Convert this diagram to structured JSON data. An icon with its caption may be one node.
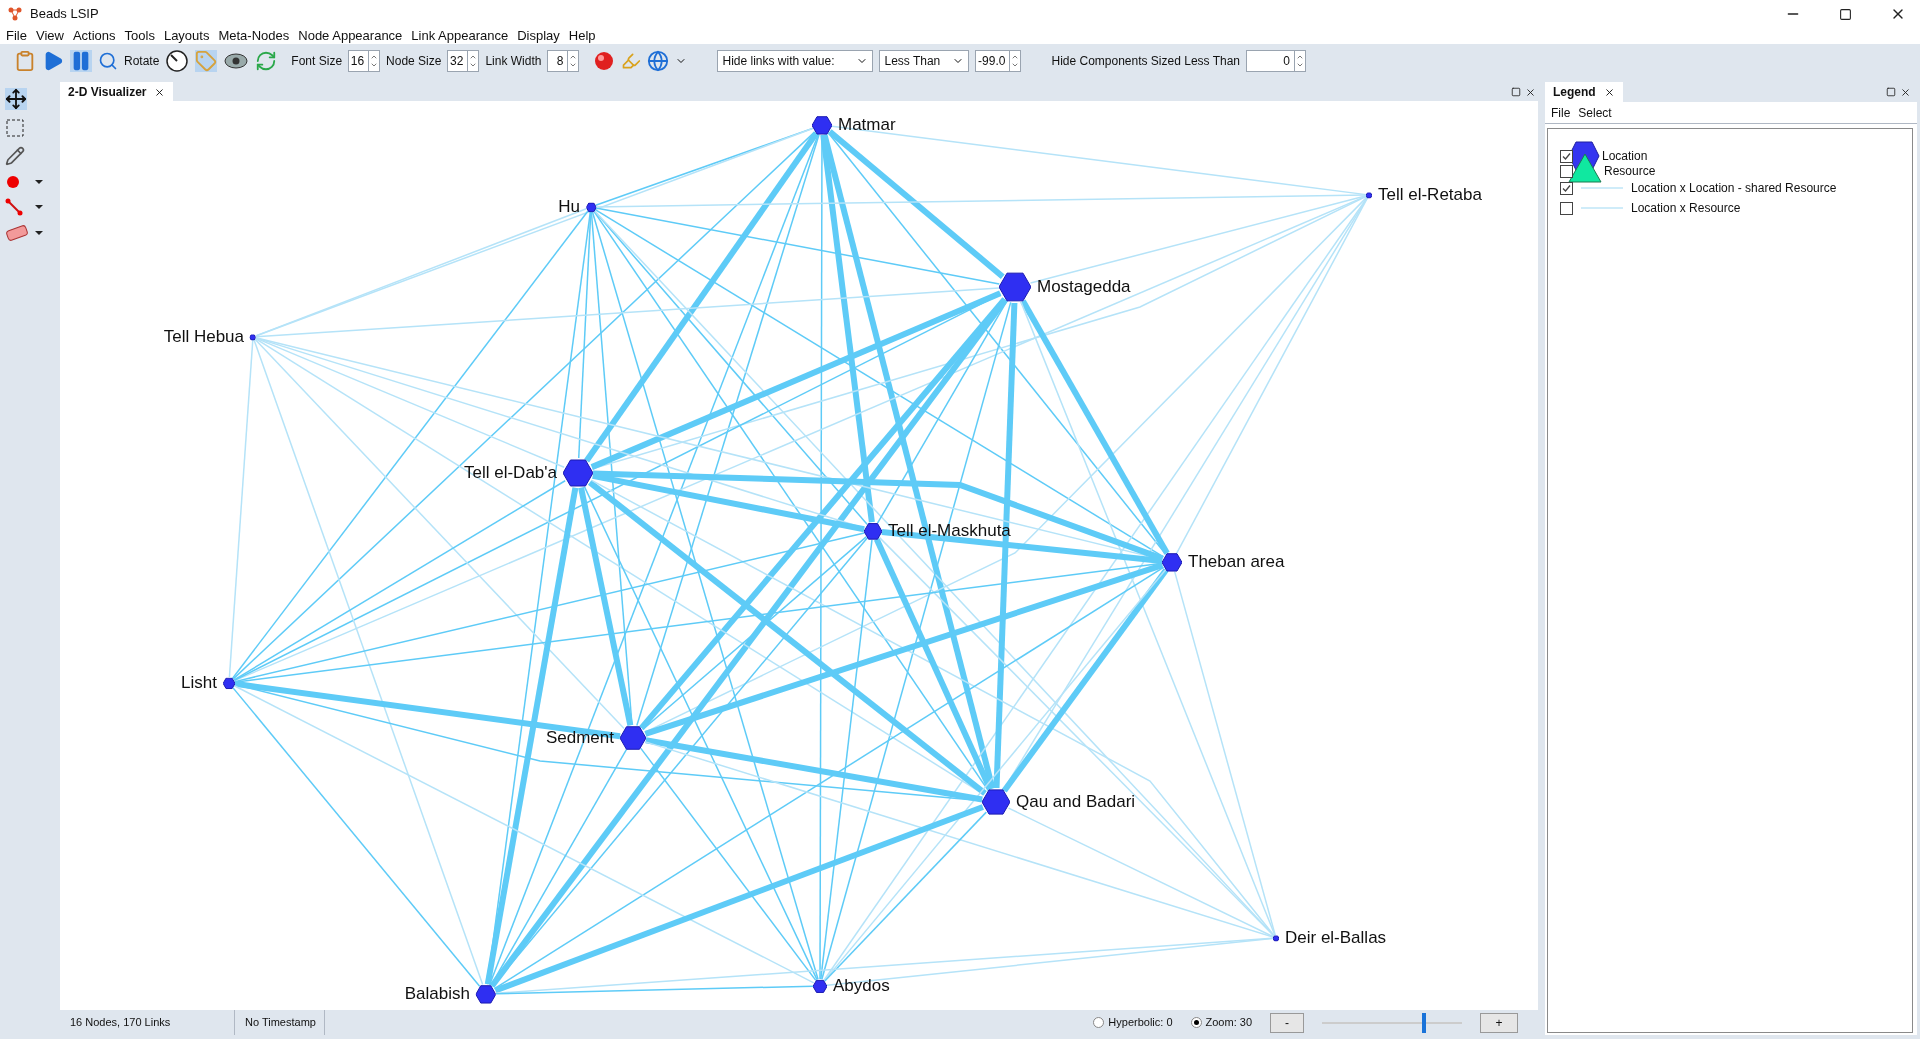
{
  "diagram": {
    "title": "Beads LSIP",
    "nodes": [
      {
        "text": [
          "Matmar"
        ]
      },
      {
        "text": [
          "Hu"
        ]
      },
      {
        "text": [
          "Tell el-Retaba"
        ]
      },
      {
        "text": [
          "Mostagedda"
        ]
      },
      {
        "text": [
          "Tell Hebua"
        ]
      },
      {
        "text": [
          "Tell el-Dab'a"
        ]
      },
      {
        "text": [
          "Tell el-Maskhuta"
        ]
      },
      {
        "text": [
          "Theban area"
        ]
      },
      {
        "text": [
          "Lisht"
        ]
      },
      {
        "text": [
          "Sedment"
        ]
      },
      {
        "text": [
          "Qau and Badari"
        ]
      },
      {
        "text": [
          "Deir el-Ballas"
        ]
      },
      {
        "text": [
          "Balabish"
        ]
      },
      {
        "text": [
          "Abydos"
        ]
      }
    ],
    "edges": [
      {
        "from": 0,
        "to": 1,
        "arrow": "none"
      },
      {
        "from": 0,
        "to": 2,
        "arrow": "none",
        "color": "#b5e3f8"
      },
      {
        "from": 0,
        "to": 3,
        "arrow": "none",
        "style": "thick"
      },
      {
        "from": 0,
        "to": 5,
        "arrow": "none",
        "style": "thick"
      },
      {
        "from": 0,
        "to": 6,
        "arrow": "none",
        "style": "thick"
      },
      {
        "from": 0,
        "to": 7,
        "arrow": "none"
      },
      {
        "from": 0,
        "to": 9,
        "arrow": "none"
      },
      {
        "from": 0,
        "to": 10,
        "arrow": "none",
        "style": "thick"
      },
      {
        "from": 0,
        "to": 12,
        "arrow": "none"
      },
      {
        "from": 0,
        "to": 13,
        "arrow": "none"
      },
      {
        "from": 0,
        "to": 8,
        "arrow": "none"
      },
      {
        "from": 0,
        "to": 4,
        "arrow": "none",
        "color": "#b5e3f8"
      },
      {
        "from": 1,
        "to": 3,
        "arrow": "none"
      },
      {
        "from": 1,
        "to": 2,
        "arrow": "none",
        "color": "#b5e3f8"
      },
      {
        "from": 1,
        "to": 5,
        "arrow": "none"
      },
      {
        "from": 1,
        "to": 6,
        "arrow": "none"
      },
      {
        "from": 1,
        "to": 7,
        "arrow": "none"
      },
      {
        "from": 1,
        "to": 8,
        "arrow": "none"
      },
      {
        "from": 1,
        "to": 9,
        "arrow": "none"
      },
      {
        "from": 1,
        "to": 10,
        "arrow": "none"
      },
      {
        "from": 1,
        "to": 12,
        "arrow": "none"
      },
      {
        "from": 1,
        "to": 13,
        "arrow": "none"
      },
      {
        "from": 1,
        "to": 4,
        "arrow": "none",
        "color": "#b5e3f8"
      },
      {
        "from": 1,
        "to": 11,
        "arrow": "none",
        "color": "#b5e3f8"
      },
      {
        "from": 2,
        "to": 5,
        "arrow": "none",
        "color": "#b5e3f8"
      },
      {
        "from": 2,
        "to": 3,
        "arrow": "none",
        "color": "#b5e3f8"
      },
      {
        "from": 2,
        "to": 8,
        "arrow": "none",
        "color": "#b5e3f8"
      },
      {
        "from": 2,
        "to": 9,
        "arrow": "none",
        "color": "#b5e3f8"
      },
      {
        "from": 2,
        "to": 10,
        "arrow": "none",
        "color": "#b5e3f8"
      },
      {
        "from": 2,
        "to": 13,
        "arrow": "none",
        "color": "#b5e3f8"
      },
      {
        "from": 2,
        "to": 7,
        "arrow": "none",
        "color": "#b5e3f8"
      },
      {
        "from": 3,
        "to": 5,
        "arrow": "none",
        "style": "thick"
      },
      {
        "from": 3,
        "to": 6,
        "arrow": "none"
      },
      {
        "from": 3,
        "to": 7,
        "arrow": "none",
        "style": "thick"
      },
      {
        "from": 3,
        "to": 8,
        "arrow": "none"
      },
      {
        "from": 3,
        "to": 9,
        "arrow": "none",
        "style": "thick"
      },
      {
        "from": 3,
        "to": 10,
        "arrow": "none",
        "style": "thick"
      },
      {
        "from": 3,
        "to": 12,
        "arrow": "none",
        "style": "thick"
      },
      {
        "from": 3,
        "to": 13,
        "arrow": "none"
      },
      {
        "from": 3,
        "to": 11,
        "arrow": "none",
        "color": "#b5e3f8"
      },
      {
        "from": 3,
        "to": 4,
        "arrow": "none",
        "color": "#b5e3f8"
      },
      {
        "from": 4,
        "to": 5,
        "arrow": "none",
        "color": "#b5e3f8"
      },
      {
        "from": 4,
        "to": 6,
        "arrow": "none",
        "color": "#b5e3f8"
      },
      {
        "from": 4,
        "to": 7,
        "arrow": "none",
        "color": "#b5e3f8"
      },
      {
        "from": 4,
        "to": 8,
        "arrow": "none",
        "color": "#b5e3f8"
      },
      {
        "from": 4,
        "to": 9,
        "arrow": "none",
        "color": "#b5e3f8"
      },
      {
        "from": 4,
        "to": 10,
        "arrow": "none",
        "color": "#b5e3f8"
      },
      {
        "from": 4,
        "to": 12,
        "arrow": "none",
        "color": "#b5e3f8"
      },
      {
        "from": 5,
        "to": 6,
        "arrow": "none",
        "style": "thick"
      },
      {
        "from": 5,
        "to": 7,
        "arrow": "none",
        "style": "thick"
      },
      {
        "from": 5,
        "to": 8,
        "arrow": "none"
      },
      {
        "from": 5,
        "to": 9,
        "arrow": "none",
        "style": "thick"
      },
      {
        "from": 5,
        "to": 10,
        "arrow": "none",
        "style": "thick"
      },
      {
        "from": 5,
        "to": 12,
        "arrow": "none",
        "style": "thick"
      },
      {
        "from": 5,
        "to": 13,
        "arrow": "none"
      },
      {
        "from": 5,
        "to": 11,
        "arrow": "none",
        "color": "#b5e3f8"
      },
      {
        "from": 6,
        "to": 7,
        "arrow": "none",
        "style": "thick"
      },
      {
        "from": 6,
        "to": 8,
        "arrow": "none"
      },
      {
        "from": 6,
        "to": 9,
        "arrow": "none"
      },
      {
        "from": 6,
        "to": 10,
        "arrow": "none",
        "style": "thick"
      },
      {
        "from": 6,
        "to": 12,
        "arrow": "none"
      },
      {
        "from": 6,
        "to": 13,
        "arrow": "none"
      },
      {
        "from": 6,
        "to": 11,
        "arrow": "none",
        "color": "#b5e3f8"
      },
      {
        "from": 7,
        "to": 8,
        "arrow": "none"
      },
      {
        "from": 7,
        "to": 9,
        "arrow": "none",
        "style": "thick"
      },
      {
        "from": 7,
        "to": 10,
        "arrow": "none",
        "style": "thick"
      },
      {
        "from": 7,
        "to": 12,
        "arrow": "none"
      },
      {
        "from": 7,
        "to": 13,
        "arrow": "none",
        "color": "#b5e3f8"
      },
      {
        "from": 7,
        "to": 11,
        "arrow": "none",
        "color": "#b5e3f8"
      },
      {
        "from": 8,
        "to": 9,
        "arrow": "none",
        "style": "thick"
      },
      {
        "from": 8,
        "to": 10,
        "arrow": "none"
      },
      {
        "from": 8,
        "to": 12,
        "arrow": "none"
      },
      {
        "from": 8,
        "to": 13,
        "arrow": "none",
        "color": "#b5e3f8"
      },
      {
        "from": 9,
        "to": 10,
        "arrow": "none",
        "style": "thick"
      },
      {
        "from": 9,
        "to": 12,
        "arrow": "none"
      },
      {
        "from": 9,
        "to": 13,
        "arrow": "none"
      },
      {
        "from": 9,
        "to": 11,
        "arrow": "none",
        "color": "#b5e3f8"
      },
      {
        "from": 10,
        "to": 12,
        "arrow": "none",
        "style": "thick"
      },
      {
        "from": 10,
        "to": 13,
        "arrow": "none"
      },
      {
        "from": 10,
        "to": 11,
        "arrow": "none",
        "color": "#b5e3f8"
      },
      {
        "from": 11,
        "to": 12,
        "arrow": "none",
        "color": "#b5e3f8"
      },
      {
        "from": 11,
        "to": 13,
        "arrow": "none",
        "color": "#b5e3f8"
      },
      {
        "from": 12,
        "to": 13,
        "arrow": "none"
      }
    ],
    "labels": [
      "File",
      "View",
      "Actions",
      "Tools",
      "Layouts",
      "Meta-Nodes",
      "Node Appearance",
      "Link Appearance",
      "Display",
      "Help",
      "Rotate",
      "Font Size",
      "16",
      "Node Size",
      "32",
      "Link Width",
      "8",
      "Hide links with value:",
      "Less Than",
      "-99.0",
      "Hide Components Sized Less Than",
      "0",
      "2-D Visualizer",
      "Legend",
      "File",
      "Select",
      "16 Nodes, 170 Links",
      "No Timestamp",
      "Hyperbolic: 0",
      "Zoom: 30",
      "-",
      "+"
    ],
    "legend": [
      {
        "text": "Location"
      },
      {
        "text": "Resource"
      },
      {
        "text": "Location x Location - shared Resource"
      },
      {
        "text": "Location x Resource"
      }
    ]
  }
}
